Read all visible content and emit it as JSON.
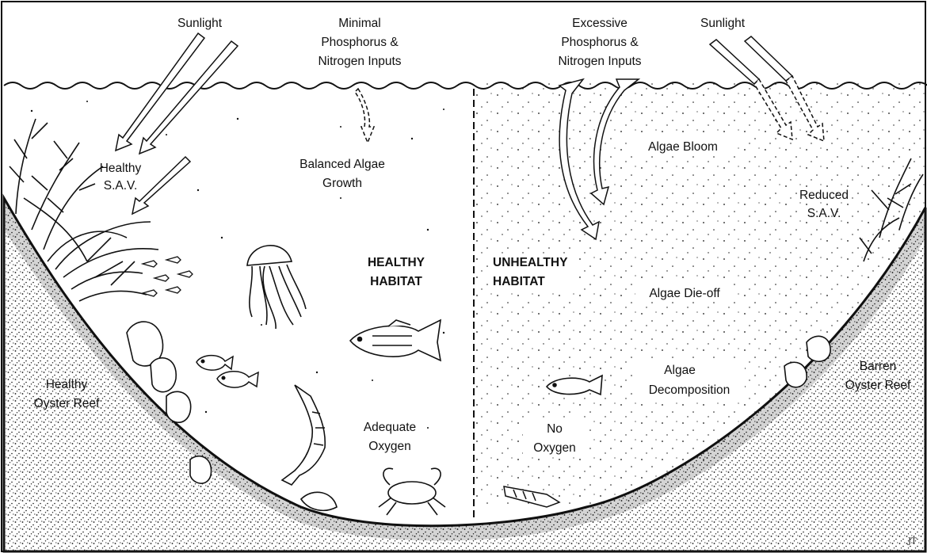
{
  "labels": {
    "sunlight_left": "Sunlight",
    "sunlight_right": "Sunlight",
    "minimal_inputs": [
      "Minimal",
      "Phosphorus &",
      "Nitrogen Inputs"
    ],
    "excessive_inputs": [
      "Excessive",
      "Phosphorus &",
      "Nitrogen Inputs"
    ],
    "healthy_sav": [
      "Healthy",
      "S.A.V."
    ],
    "balanced_algae": [
      "Balanced Algae",
      "Growth"
    ],
    "healthy_habitat": [
      "HEALTHY",
      "HABITAT"
    ],
    "unhealthy_habitat": [
      "UNHEALTHY",
      "HABITAT"
    ],
    "algae_bloom": "Algae Bloom",
    "reduced_sav": [
      "Reduced",
      "S.A.V."
    ],
    "algae_dieoff": "Algae Die-off",
    "algae_decomposition": [
      "Algae",
      "Decomposition"
    ],
    "healthy_oyster_reef": [
      "Healthy",
      "Oyster Reef"
    ],
    "barren_oyster_reef": [
      "Barren",
      "Oyster Reef"
    ],
    "adequate_oxygen": [
      "Adequate",
      "Oxygen"
    ],
    "no_oxygen": [
      "No",
      "Oxygen"
    ],
    "artist_mark": "JT"
  },
  "colors": {
    "ink": "#111111",
    "paper": "#ffffff"
  },
  "icons": [
    "sunlight-arrow",
    "nutrient-arrow",
    "seagrass",
    "oyster",
    "fish",
    "jellyfish",
    "pipefish",
    "crab",
    "dead-fish",
    "small-fish-school"
  ]
}
